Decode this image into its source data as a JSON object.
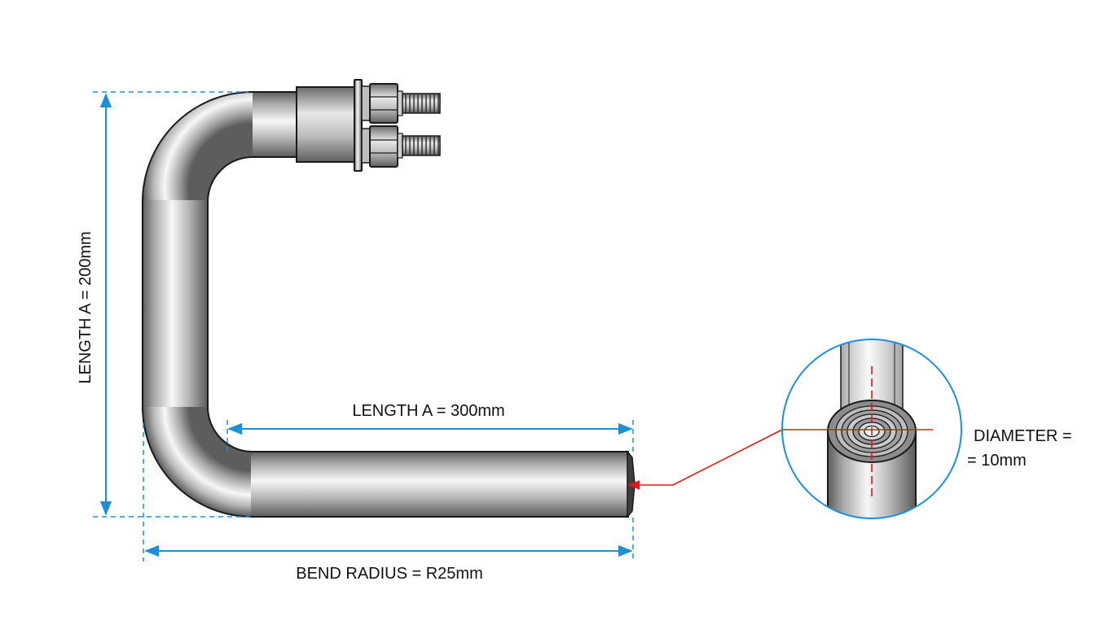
{
  "labels": {
    "vertical_length": "LENGTH A = 200mm",
    "horizontal_length": "LENGTH A = 300mm",
    "bend_radius": "BEND RADIUS = R25mm",
    "diameter_line1": "DIAMETER =",
    "diameter_line2": "= 10mm"
  },
  "colors": {
    "dimension": "#1d8fd8",
    "leader": "#e01818",
    "metal_dark": "#6e6e6e",
    "metal_light": "#f4f4f4",
    "outline": "#1a1a1a"
  }
}
